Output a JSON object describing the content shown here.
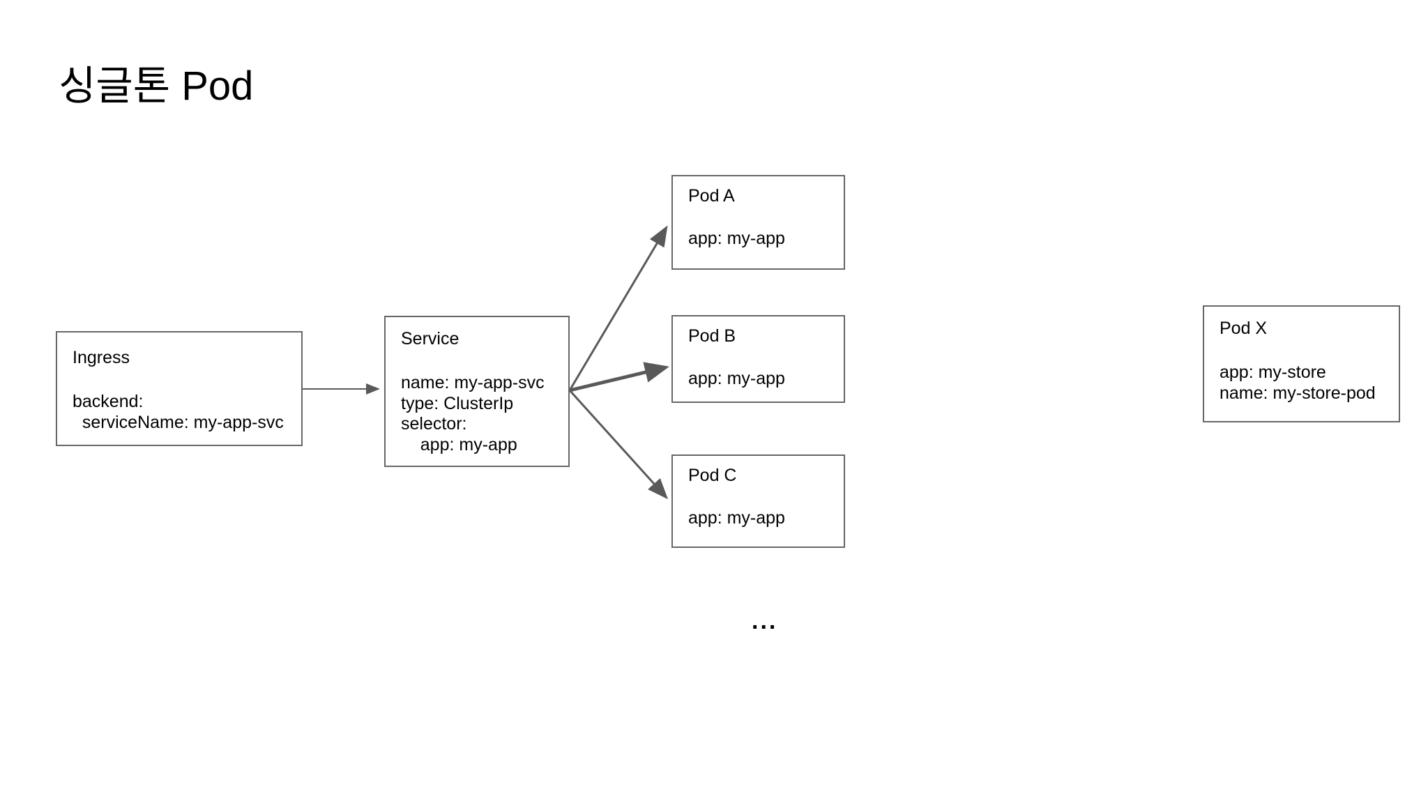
{
  "slide": {
    "title": "싱글톤 Pod",
    "ellipsis": "...",
    "background_color": "#ffffff",
    "box_border_color": "#666666",
    "connector_color": "#595959",
    "text_color": "#000000"
  },
  "nodes": {
    "ingress": {
      "title": "Ingress",
      "body": "backend:\n  serviceName: my-app-svc"
    },
    "service": {
      "title": "Service",
      "body": "name: my-app-svc\ntype: ClusterIp\nselector:\n    app: my-app"
    },
    "pod_a": {
      "title": "Pod A",
      "body": "app: my-app"
    },
    "pod_b": {
      "title": "Pod B",
      "body": "app: my-app"
    },
    "pod_c": {
      "title": "Pod C",
      "body": "app: my-app"
    },
    "pod_x": {
      "title": "Pod X",
      "body": "app: my-store\nname: my-store-pod"
    }
  },
  "connectors": [
    {
      "name": "ingress-to-service",
      "from": "ingress",
      "to": "service",
      "style": "arrow",
      "thickness": 2
    },
    {
      "name": "service-to-pod-a",
      "from": "service",
      "to": "pod_a",
      "style": "arrow",
      "thickness": 3
    },
    {
      "name": "service-to-pod-b",
      "from": "service",
      "to": "pod_b",
      "style": "arrow",
      "thickness": 5
    },
    {
      "name": "service-to-pod-c",
      "from": "service",
      "to": "pod_c",
      "style": "arrow",
      "thickness": 3
    }
  ]
}
